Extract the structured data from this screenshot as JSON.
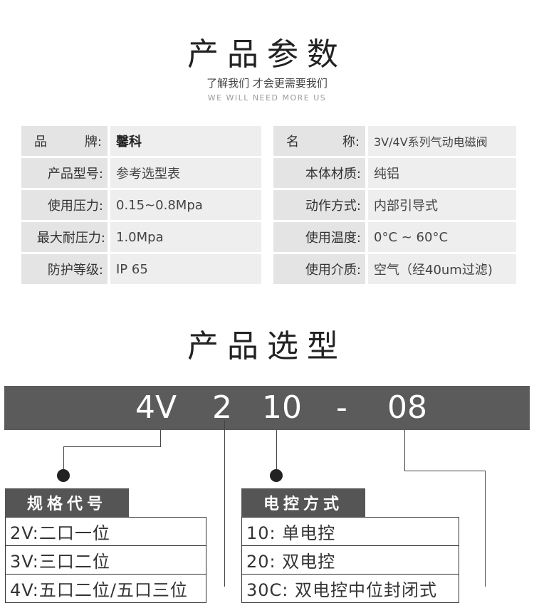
{
  "section1": {
    "title": "产品参数",
    "subtitle_cn": "了解我们 才会更需要我们",
    "subtitle_en": "WE WILL NEED MORE US"
  },
  "specs_left": [
    {
      "label_a": "品",
      "label_b": "牌:",
      "value": "馨科"
    },
    {
      "label": "产品型号:",
      "value": "参考选型表"
    },
    {
      "label": "使用压力:",
      "value": "0.15~0.8Mpa"
    },
    {
      "label": "最大耐压力:",
      "value": "1.0Mpa"
    },
    {
      "label": "防护等级:",
      "value": "IP 65"
    }
  ],
  "specs_right": [
    {
      "label_a": "名",
      "label_b": "称:",
      "value": "3V/4V系列气动电磁阀"
    },
    {
      "label": "本体材质:",
      "value": "纯铝"
    },
    {
      "label": "动作方式:",
      "value": "内部引导式"
    },
    {
      "label": "使用温度:",
      "value": "0°C ~ 60°C"
    },
    {
      "label": "使用介质:",
      "value": "空气（经40um过滤)"
    }
  ],
  "section2": {
    "title": "产品选型"
  },
  "model_code": {
    "part1": "4V",
    "part2": "2",
    "part3": "10",
    "separator": "-",
    "part4": "08"
  },
  "spec_code_box": {
    "title": "规格代号",
    "options": [
      "2V:二口一位",
      "3V:三口二位",
      "4V:五口二位/五口三位"
    ]
  },
  "control_box": {
    "title": "电控方式",
    "options": [
      "10:  单电控",
      "20:  双电控",
      "30C: 双电控中位封闭式"
    ]
  }
}
